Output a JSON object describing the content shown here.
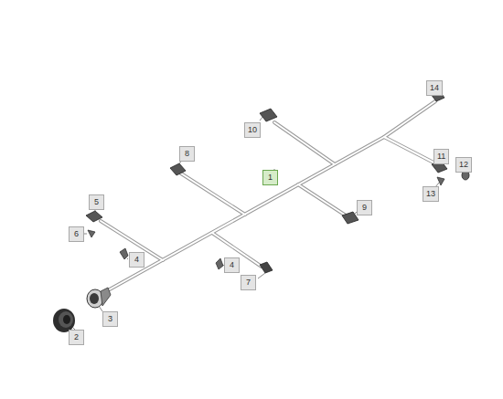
{
  "diagram": {
    "labels": [
      "1",
      "2",
      "3",
      "4",
      "4",
      "5",
      "6",
      "7",
      "8",
      "9",
      "10",
      "11",
      "12",
      "13",
      "14"
    ]
  }
}
